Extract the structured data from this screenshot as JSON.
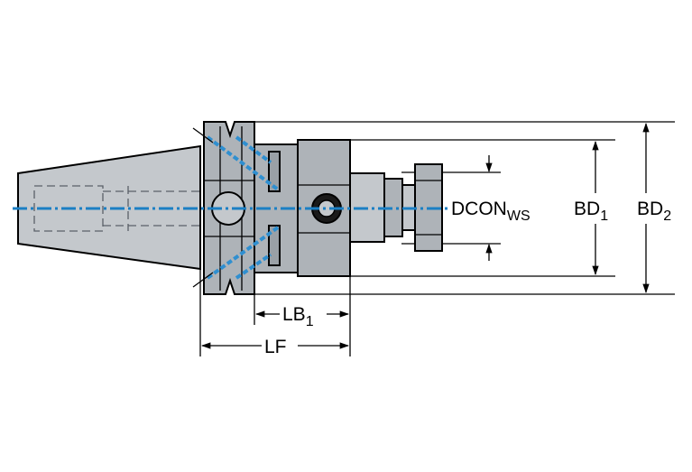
{
  "labels": {
    "dcon": {
      "main": "DCON",
      "sub": "WS"
    },
    "bd1": {
      "main": "BD",
      "sub": "1"
    },
    "bd2": {
      "main": "BD",
      "sub": "2"
    },
    "lb1": {
      "main": "LB",
      "sub": "1"
    },
    "lf": {
      "main": "LF"
    }
  },
  "colors": {
    "body": "#aeb3b8",
    "centerline": "#1b7fc4",
    "outline": "#000000"
  }
}
